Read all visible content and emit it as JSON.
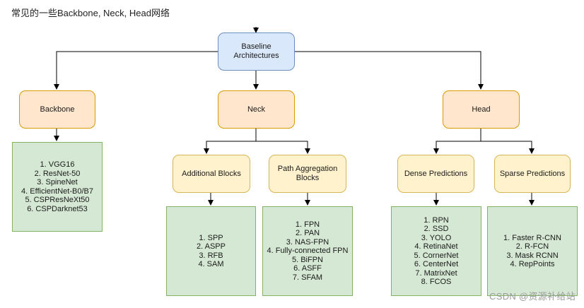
{
  "caption": "常见的一些Backbone, Neck, Head网络",
  "root": "Baseline\nArchitectures",
  "categories": {
    "backbone": "Backbone",
    "neck": "Neck",
    "head": "Head"
  },
  "neck_subs": {
    "additional": "Additional Blocks",
    "path_aggregation": "Path Aggregation\nBlocks"
  },
  "head_subs": {
    "dense": "Dense Predictions",
    "sparse": "Sparse Predictions"
  },
  "lists": {
    "backbone": [
      "1. VGG16",
      "2. ResNet-50",
      "3. SpineNet",
      "4. EfficientNet-B0/B7",
      "5. CSPResNeXt50",
      "6. CSPDarknet53"
    ],
    "additional": [
      "1. SPP",
      "2. ASPP",
      "3. RFB",
      "4. SAM"
    ],
    "path_aggregation": [
      "1. FPN",
      "2. PAN",
      "3. NAS-FPN",
      "4. Fully-connected FPN",
      "5. BiFPN",
      "6. ASFF",
      "7. SFAM"
    ],
    "dense": [
      "1. RPN",
      "2. SSD",
      "3. YOLO",
      "4. RetinaNet",
      "5. CornerNet",
      "6. CenterNet",
      "7. MatrixNet",
      "8. FCOS"
    ],
    "sparse": [
      "1. Faster R-CNN",
      "2. R-FCN",
      "3. Mask RCNN",
      "4. RepPoints"
    ]
  },
  "watermark": "CSDN @资源补给站"
}
